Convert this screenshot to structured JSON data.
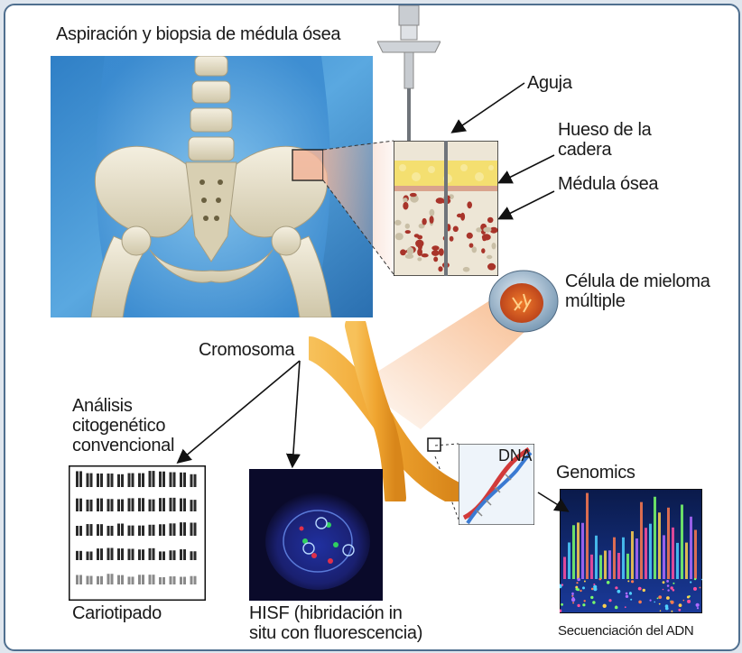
{
  "figure": {
    "title": "Aspiración y biopsia de médula ósea",
    "labels": {
      "needle": "Aguja",
      "hip_bone_line1": "Hueso de la",
      "hip_bone_line2": "cadera",
      "marrow": "Médula ósea",
      "myeloma_line1": "Célula de mieloma",
      "myeloma_line2": "múltiple",
      "chromosome": "Cromosoma",
      "cytogenetic_line1": "Análisis",
      "cytogenetic_line2": "citogenético",
      "cytogenetic_line3": "convencional",
      "karyotype": "Cariotipado",
      "fish_line1": "HISF (hibridación in",
      "fish_line2": "situ con fluorescencia)",
      "dna": "DNA",
      "genomics": "Genomics",
      "sequencing": "Secuenciación del ADN"
    }
  },
  "colors": {
    "frame_border": "#4f6f8f",
    "background_blue": "#3a86c8",
    "bone": "#e9e2cc",
    "marrow_cell": "#a8342a",
    "chromosome": "#f0a530",
    "fish_bg": "#0a0a2a",
    "dna_red": "#d23a3a",
    "dna_blue": "#3a7ad2"
  }
}
